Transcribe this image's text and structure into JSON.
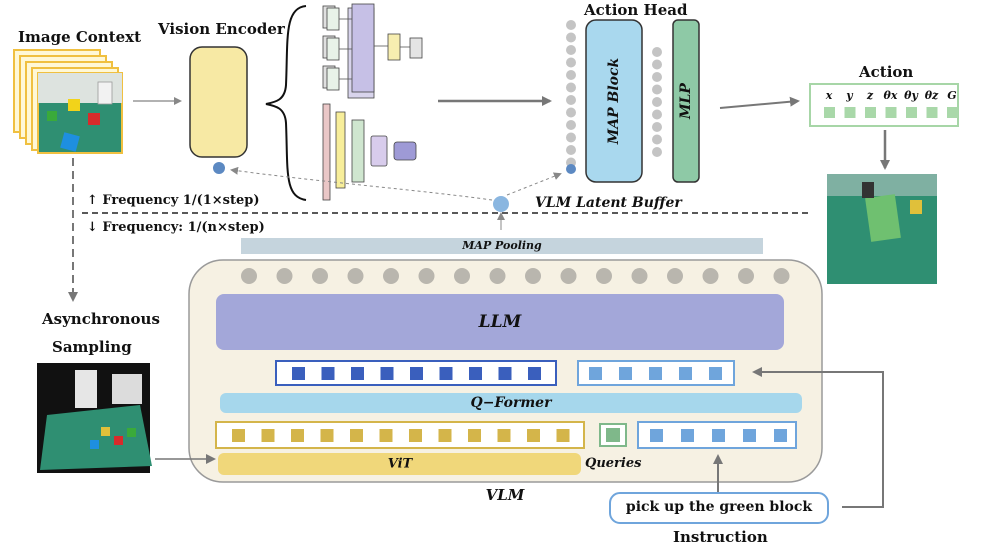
{
  "labels": {
    "image_context": "Image Context",
    "vision_encoder": "Vision Encoder",
    "action_head": "Action Head",
    "map_block": "MAP Block",
    "mlp": "MLP",
    "action": "Action",
    "freq_up": "↑ Frequency 1/(1×step)",
    "freq_down": "↓ Frequency: 1/(n×step)",
    "vlm_latent_buffer": "VLM Latent Buffer",
    "map_pooling": "MAP Pooling",
    "llm": "LLM",
    "q_former": "Q−Former",
    "vit": "ViT",
    "queries": "Queries",
    "vlm": "VLM",
    "async_1": "Asynchronous",
    "async_2": "Sampling",
    "instruction_text": "pick up the green block",
    "instruction": "Instruction"
  },
  "action_vector": [
    "x",
    "y",
    "z",
    "θx",
    "θy",
    "θz",
    "G"
  ],
  "colors": {
    "encoder_yellow": "#f7e9a4",
    "map_block_blue": "#a9d8ee",
    "mlp_green": "#8ec9a6",
    "llm_purple": "#a3a7d9",
    "qformer_blue": "#a6d7ec",
    "vit_yellow": "#f0d77a",
    "vlm_bg": "#f6f1e3",
    "token_dark_blue": "#3a5fbd",
    "token_light_blue": "#6fa5dc",
    "token_gold": "#d4b54a",
    "token_green": "#7fb88a",
    "circle_grey": "#b9b6ae",
    "latent_blue": "#8ab6e0"
  }
}
